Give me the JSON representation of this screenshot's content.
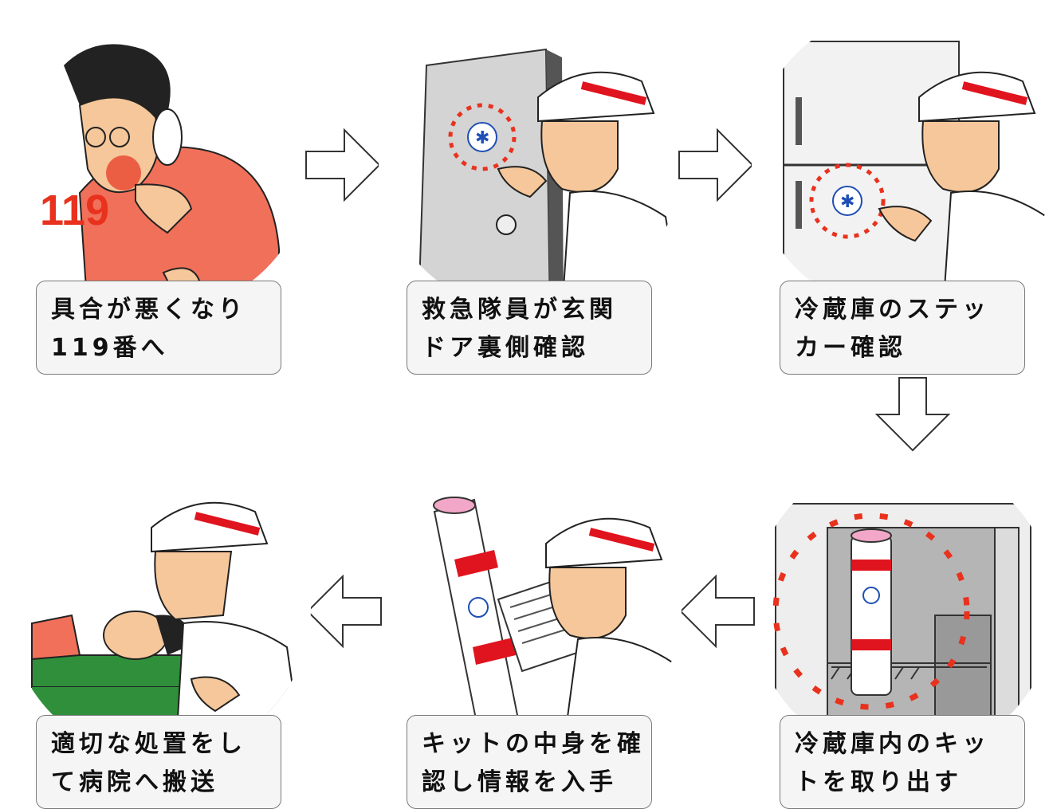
{
  "steps": [
    {
      "line1": "具合が悪くなり",
      "line2": "119番へ",
      "illustration_text": "119"
    },
    {
      "line1": "救急隊員が玄関",
      "line2": "ドア裏側確認"
    },
    {
      "line1": "冷蔵庫のステッ",
      "line2": "カー確認"
    },
    {
      "line1": "冷蔵庫内のキッ",
      "line2": "トを取り出す"
    },
    {
      "line1": "キットの中身を確",
      "line2": "認し情報を入手"
    },
    {
      "line1": "適切な処置をし",
      "line2": "て病院へ搬送"
    }
  ],
  "colors": {
    "accent_red": "#e8321e",
    "helmet_stripe": "#e0141e",
    "star_blue": "#1f4fb5",
    "door_gray": "#d4d4d4",
    "bed_green": "#2f8f3a",
    "woman_shirt": "#f0705a"
  },
  "icons": [
    "woman-phone-illustration",
    "paramedic-door-illustration",
    "paramedic-fridge-illustration",
    "fridge-kit-illustration",
    "paramedic-kit-illustration",
    "paramedic-patient-illustration",
    "star-of-life-icon"
  ]
}
